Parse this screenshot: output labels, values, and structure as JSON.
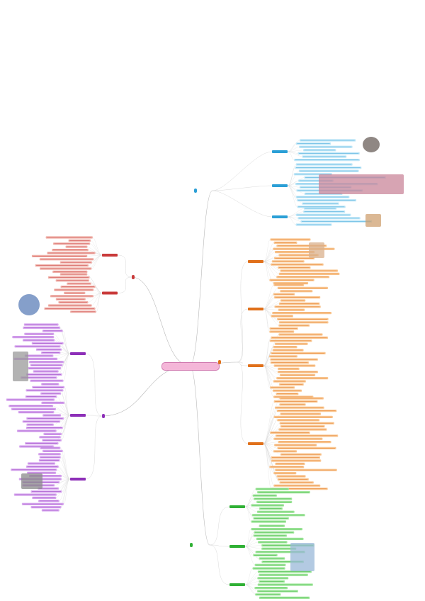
{
  "central": {
    "label": ""
  },
  "branches": [
    {
      "id": "b1",
      "label": "",
      "color": "#2b9fd6",
      "light": "#bfe6f7"
    },
    {
      "id": "b2",
      "label": "",
      "color": "#e0701a",
      "light": "#f9c690"
    },
    {
      "id": "b3",
      "label": "",
      "color": "#2fb034",
      "light": "#9fe59a"
    },
    {
      "id": "b4",
      "label": "",
      "color": "#8d2fb8",
      "light": "#d7a6ef"
    },
    {
      "id": "b5",
      "label": "",
      "color": "#c93a3a",
      "light": "#efb0a8"
    }
  ],
  "images": [
    {
      "name": "cell-photo-top",
      "color": "#6a5f5a"
    },
    {
      "name": "dna-diagram",
      "color": "#c9869a"
    },
    {
      "name": "chromosome-diagram",
      "color": "#cfa070"
    },
    {
      "name": "cell-sketch-orange",
      "color": "#d9b08c"
    },
    {
      "name": "protein-diagram-green",
      "color": "#9ab8d8"
    },
    {
      "name": "cell-diagram-red",
      "color": "#5c7fb8"
    },
    {
      "name": "structure-sketch-purple",
      "color": "#9a9a9a"
    },
    {
      "name": "molecule-sketch-purple",
      "color": "#8a8a8a"
    }
  ]
}
